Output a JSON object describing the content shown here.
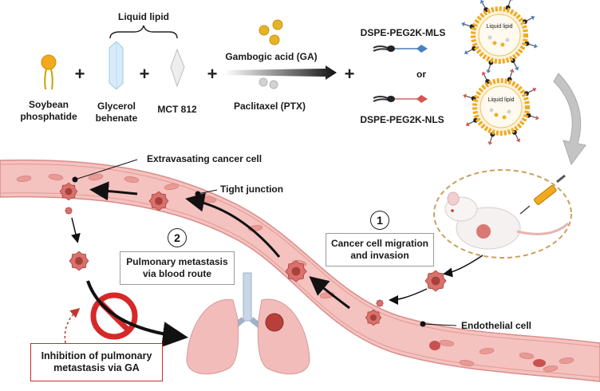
{
  "formulation": {
    "soybean": "Soybean\nphosphatide",
    "liquid_lipid": "Liquid lipid",
    "glycerol": "Glycerol\nbehenate",
    "mct": "MCT 812",
    "ga": "Gambogic acid (GA)",
    "ptx": "Paclitaxel (PTX)",
    "mls": "DSPE-PEG2K-MLS",
    "or": "or",
    "nls": "DSPE-PEG2K-NLS",
    "np_core_1": "Liquid lipid",
    "np_core_2": "Liquid lipid"
  },
  "labels": {
    "extravasating": "Extravasating cancer cell",
    "tight_junction": "Tight junction",
    "endothelial": "Endothelial cell"
  },
  "steps": {
    "step1_num": "1",
    "step1_text": "Cancer cell migration\nand invasion",
    "step2_num": "2",
    "step2_text": "Pulmonary metastasis\nvia blood route"
  },
  "inhibition": "Inhibition of pulmonary\nmetastasis via GA",
  "colors": {
    "vessel": "#f2b8b4",
    "vessel_edge": "#d98d8a",
    "cell": "#c8524f",
    "lipid_head": "#f2a91e",
    "ga": "#e6b325",
    "ptx": "#cfcfcf",
    "mls_tip": "#4a7fc1",
    "nls_tip": "#d9534f",
    "prohibit": "#d62828"
  }
}
